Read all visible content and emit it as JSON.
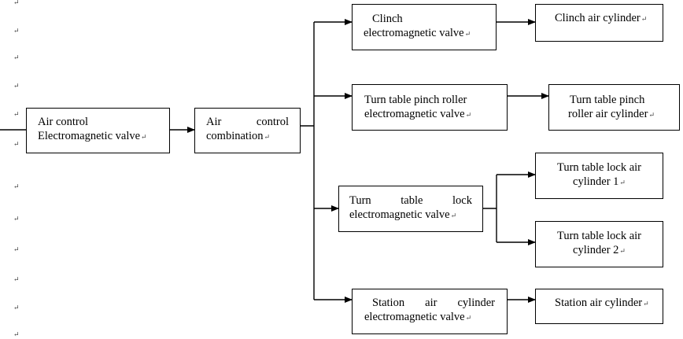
{
  "paragraph_mark": "↵",
  "boxes": {
    "air_control_valve": {
      "lines": [
        "Air control",
        "Electromagnetic valve"
      ]
    },
    "air_control_combination": {
      "lines": [
        [
          "Air",
          "control"
        ],
        "combination"
      ]
    },
    "clinch_valve": {
      "lines": [
        "Clinch",
        "electromagnetic valve"
      ]
    },
    "clinch_cylinder": {
      "lines": [
        "Clinch air cylinder"
      ]
    },
    "pinch_roller_valve": {
      "lines": [
        "Turn table pinch roller",
        "electromagnetic valve"
      ]
    },
    "pinch_roller_cylinder": {
      "lines": [
        "Turn table pinch",
        "roller air cylinder"
      ]
    },
    "lock_valve": {
      "lines": [
        [
          "Turn",
          "table",
          "lock"
        ],
        "electromagnetic valve"
      ]
    },
    "lock_cylinder_1": {
      "lines": [
        "Turn table lock air",
        "cylinder 1"
      ]
    },
    "lock_cylinder_2": {
      "lines": [
        "Turn table lock air",
        "cylinder 2"
      ]
    },
    "station_valve": {
      "lines": [
        [
          "Station",
          "air",
          "cylinder"
        ],
        "electromagnetic valve"
      ]
    },
    "station_cylinder": {
      "lines": [
        "Station air cylinder"
      ]
    }
  }
}
